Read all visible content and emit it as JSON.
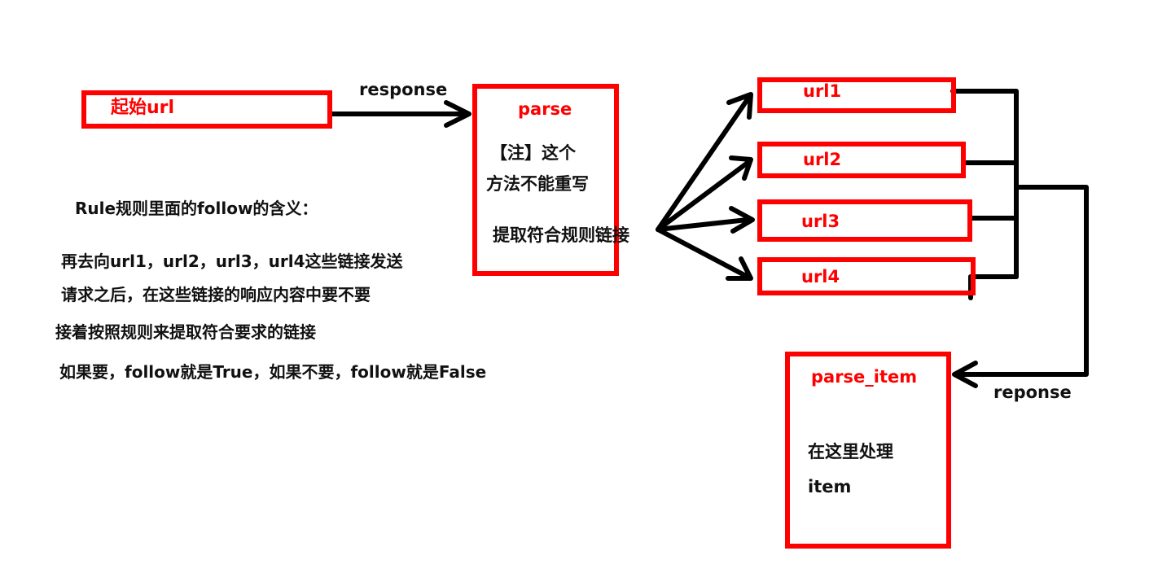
{
  "colors": {
    "box_border": "#ff0000",
    "box_label": "#ff0000",
    "arrow": "#000000",
    "text": "#111111"
  },
  "nodes": {
    "start_url": "起始url",
    "parse": "parse",
    "parse_note_line1": "【注】这个",
    "parse_note_line2": "方法不能重写",
    "parse_extract": "提取符合规则链接",
    "url1": "url1",
    "url2": "url2",
    "url3": "url3",
    "url4": "url4",
    "parse_item": "parse_item",
    "parse_item_line1": "在这里处理",
    "parse_item_line2": "item"
  },
  "edges": {
    "response_label": "response",
    "reponse_label": "reponse"
  },
  "explanation": {
    "title": "Rule规则里面的follow的含义：",
    "lines": [
      "再去向url1，url2，url3，url4这些链接发送",
      "请求之后，在这些链接的响应内容中要不要",
      "接着按照规则来提取符合要求的链接",
      "如果要，follow就是True，如果不要，follow就是False"
    ]
  }
}
